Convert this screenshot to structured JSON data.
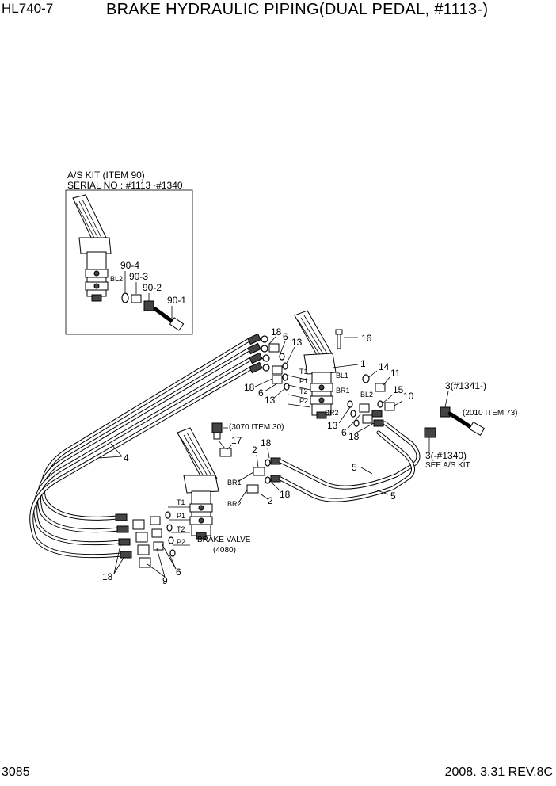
{
  "header": {
    "model": "HL740-7",
    "title": "BRAKE HYDRAULIC PIPING(DUAL PEDAL, #1113-)"
  },
  "footer": {
    "page_number": "3085",
    "date_revision": "2008. 3.31  REV.8C"
  },
  "inset": {
    "title_line1": "A/S KIT (ITEM 90)",
    "title_line2": "SERIAL NO : #1113~#1340",
    "port_label": "BL2",
    "callouts": [
      "90-4",
      "90-3",
      "90-2",
      "90-1"
    ]
  },
  "notes": {
    "item30": "(3070 ITEM 30)",
    "item73": "(2010 ITEM 73)",
    "brake_valve_line1": "BRAKE VALVE",
    "brake_valve_line2": "(4080)",
    "see_as_kit": "SEE A/S KIT",
    "serial_after": "3(#1341-)",
    "serial_before": "3(-#1340)"
  },
  "ports": {
    "upper": [
      "T1",
      "P1",
      "T2",
      "P2",
      "BL1",
      "BR1",
      "BL2",
      "BR2"
    ],
    "lower": [
      "T1",
      "P1",
      "T2",
      "P2",
      "BR1",
      "BR2"
    ]
  },
  "callouts": {
    "c18a": "18",
    "c6a": "6",
    "c13a": "13",
    "c16": "16",
    "c1": "1",
    "c14": "14",
    "c11": "11",
    "c15": "15",
    "c10": "10",
    "c18b": "18",
    "c6b": "6",
    "c13b": "13",
    "c13c": "13",
    "c6c": "6",
    "c18c": "18",
    "c4": "4",
    "c17": "17",
    "c2a": "2",
    "c18d": "18",
    "c2b": "2",
    "c18e": "18",
    "c5a": "5",
    "c5b": "5",
    "c18f": "18",
    "c9": "9",
    "c6d": "6"
  }
}
